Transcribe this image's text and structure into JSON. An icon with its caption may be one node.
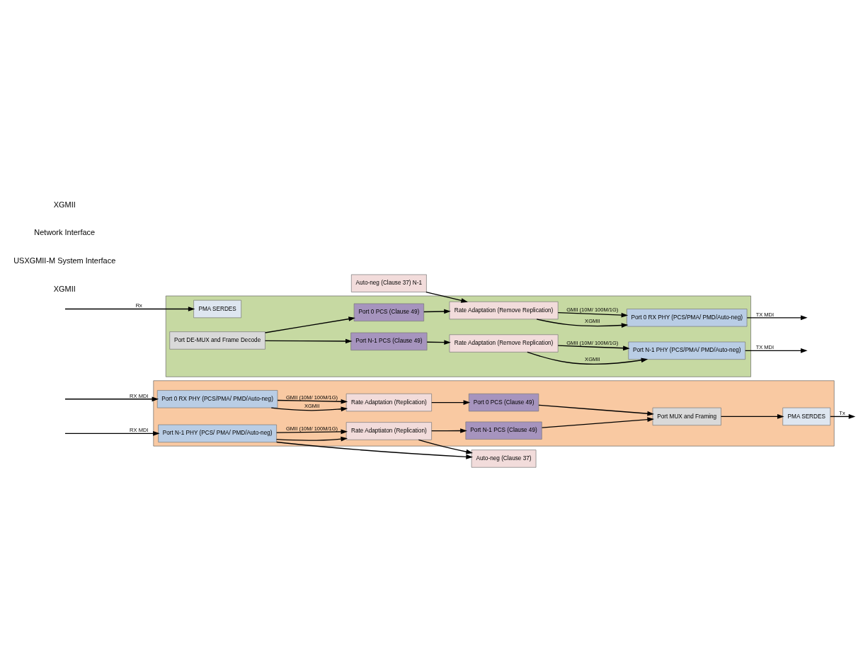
{
  "diagram": {
    "nodes": [
      {
        "text": [],
        "shape": "box"
      },
      {
        "text": [
          "PMA SERDES"
        ],
        "in": 0
      },
      {
        "text": [
          "Port MUX and Framing"
        ],
        "in": 0
      },
      {
        "text": [
          "Port 0 PCS (Clause 49)"
        ],
        "in": 0
      },
      {
        "text": [
          "Rate Adaptation (Replication)"
        ],
        "in": 0
      },
      {
        "text": [
          "Port 0 RX PHY (PCS/PMA/ PMD/Auto-neg)"
        ],
        "in": 0
      },
      {
        "text": [
          "Port N-1 PCS (Clause 49)"
        ],
        "in": 0
      },
      {
        "text": [
          "Rate Adaptiaton (Replication)"
        ],
        "in": 0
      },
      {
        "text": [
          "Port N-1 PHY (PCS/ PMA/ PMD/Auto-neg)"
        ],
        "in": 0
      },
      {
        "text": [
          "Auto-neg (Clause 37)"
        ]
      },
      {
        "text": [
          "Auto-neg (Clause 37) N-1"
        ]
      },
      {
        "text": [],
        "shape": "box"
      },
      {
        "text": [
          "PMA SERDES"
        ],
        "in": 11
      },
      {
        "text": [
          "Port DE-MUX and Frame Decode"
        ],
        "in": 11
      },
      {
        "text": [
          "Port 0 PCS (Clause 49)"
        ],
        "in": 11
      },
      {
        "text": [
          "Rate Adaptation (Remove Replication)"
        ],
        "in": 11
      },
      {
        "text": [
          "Port 0 RX PHY (PCS/PMA/ PMD/Auto-neg)"
        ],
        "in": 11
      },
      {
        "text": [
          "Port N-1 PCS (Clause 49)"
        ],
        "in": 11
      },
      {
        "text": [
          "Rate Adaptation (Remove Replication)"
        ],
        "in": 11
      },
      {
        "text": [
          "Port N-1 PHY (PCS/PMA/ PMD/Auto-neg)"
        ],
        "in": 11
      }
    ],
    "edges": [
      {
        "from": 1,
        "to": null,
        "arrow": "to",
        "label": "Tx"
      },
      {
        "from": 2,
        "to": 1,
        "arrow": "to"
      },
      {
        "from": 3,
        "to": 2,
        "arrow": "to"
      },
      {
        "from": 4,
        "to": 3,
        "arrow": "to"
      },
      {
        "from": 5,
        "to": 4,
        "arrow": "to",
        "label": "XGMII"
      },
      {
        "from": 5,
        "to": 4,
        "arrow": "to",
        "label": "GMII (10M/ 100M/1G)"
      },
      {
        "from": null,
        "to": 5,
        "arrow": "to",
        "label": "RX MDI"
      },
      {
        "from": 6,
        "to": 2,
        "arrow": "to"
      },
      {
        "from": 7,
        "to": 6,
        "arrow": "to"
      },
      {
        "from": 8,
        "to": 7,
        "arrow": "to"
      },
      {
        "from": 8,
        "to": 7,
        "arrow": "to",
        "label": "GMII (10M/ 100M/1G)"
      },
      {
        "from": null,
        "to": 8,
        "arrow": "to",
        "label": "RX MDI"
      },
      {
        "from": 7,
        "to": 9,
        "arrow": "to"
      },
      {
        "from": 8,
        "to": 9,
        "arrow": "to"
      },
      {
        "from": 10,
        "to": 15,
        "arrow": "to"
      },
      {
        "from": null,
        "to": 12,
        "arrow": "to",
        "label": "Rx"
      },
      {
        "from": 13,
        "to": 14,
        "arrow": "to"
      },
      {
        "from": 14,
        "to": 15,
        "arrow": "to"
      },
      {
        "from": 15,
        "to": 16,
        "arrow": "to",
        "label": "XGMII"
      },
      {
        "from": 15,
        "to": 16,
        "arrow": "to",
        "label": "GMII (10M/ 100M/1G)"
      },
      {
        "from": 16,
        "to": null,
        "arrow": "to",
        "label": "TX MDI"
      },
      {
        "from": 13,
        "to": 17,
        "arrow": "to"
      },
      {
        "from": 17,
        "to": 18,
        "arrow": "to"
      },
      {
        "from": 18,
        "to": 19,
        "arrow": "to",
        "label": "XGMII"
      },
      {
        "from": 18,
        "to": 19,
        "arrow": "to",
        "label": "GMII (10M/ 100M/1G)"
      },
      {
        "from": 19,
        "to": null,
        "arrow": "to",
        "label": "TX MDI"
      }
    ],
    "labels": [
      "XGMII",
      "USXGMII-M System Interface",
      "Network Interface",
      "XGMII"
    ]
  }
}
